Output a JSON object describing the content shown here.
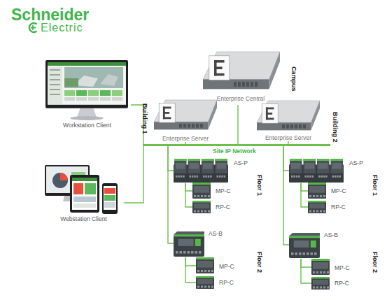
{
  "diagram": {
    "nodes": [
      {
        "text": [
          "Workstation Client"
        ]
      },
      {
        "text": [
          "Webstation Client"
        ]
      },
      {
        "text": [
          "Enterprise Central"
        ]
      },
      {
        "text": [
          "Enterprise Server"
        ]
      },
      {
        "text": [
          "Enterprise Server"
        ]
      },
      {
        "text": [
          "Site IP Network"
        ]
      },
      {
        "text": [
          "AS-P"
        ]
      },
      {
        "text": [
          "MP-C"
        ]
      },
      {
        "text": [
          "RP-C"
        ]
      },
      {
        "text": [
          "AS-B"
        ]
      },
      {
        "text": [
          "MP-C"
        ]
      },
      {
        "text": [
          "RP-C"
        ]
      },
      {
        "text": [
          "AS-P"
        ]
      },
      {
        "text": [
          "MP-C"
        ]
      },
      {
        "text": [
          "RP-C"
        ]
      },
      {
        "text": [
          "AS-B"
        ]
      },
      {
        "text": [
          "MP-C"
        ]
      },
      {
        "text": [
          "RP-C"
        ]
      }
    ],
    "edges": [
      {
        "from": 0,
        "to": 5,
        "arrow": "none"
      },
      {
        "from": 1,
        "to": 5,
        "arrow": "none"
      },
      {
        "from": 2,
        "to": 5,
        "arrow": "none"
      },
      {
        "from": 3,
        "to": 5,
        "arrow": "none"
      },
      {
        "from": 4,
        "to": 5,
        "arrow": "none"
      },
      {
        "from": 5,
        "to": 6,
        "arrow": "none"
      },
      {
        "from": 5,
        "to": 9,
        "arrow": "none"
      },
      {
        "from": 5,
        "to": 12,
        "arrow": "none"
      },
      {
        "from": 5,
        "to": 15,
        "arrow": "none"
      },
      {
        "from": 6,
        "to": 7,
        "arrow": "none"
      },
      {
        "from": 6,
        "to": 8,
        "arrow": "none"
      },
      {
        "from": 9,
        "to": 10,
        "arrow": "none"
      },
      {
        "from": 9,
        "to": 11,
        "arrow": "none"
      },
      {
        "from": 12,
        "to": 13,
        "arrow": "none"
      },
      {
        "from": 12,
        "to": 14,
        "arrow": "none"
      },
      {
        "from": 15,
        "to": 16,
        "arrow": "none"
      },
      {
        "from": 15,
        "to": 17,
        "arrow": "none"
      }
    ],
    "labels": [
      "Schneider",
      "Electric",
      "Campus",
      "Building 1",
      "Building 2",
      "Floor 1",
      "Floor 2",
      "Floor 1",
      "Floor 2"
    ]
  }
}
